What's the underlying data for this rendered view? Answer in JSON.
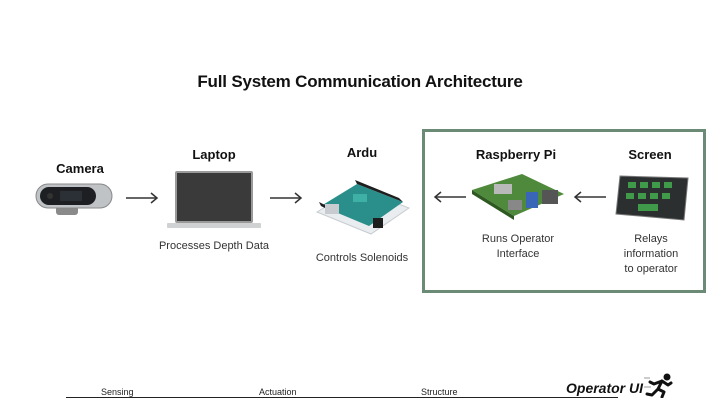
{
  "title": "Full System Communication Architecture",
  "nodes": [
    {
      "name": "Camera",
      "caption": ""
    },
    {
      "name": "Laptop",
      "caption": "Processes Depth Data"
    },
    {
      "name": "Ardu",
      "caption": "Controls Solenoids"
    },
    {
      "name": "Raspberry Pi",
      "caption_lines": [
        "Runs Operator",
        "Interface"
      ]
    },
    {
      "name": "Screen",
      "caption_lines": [
        "Relays",
        "information",
        "to operator"
      ]
    }
  ],
  "highlight_color": "#6c8b76",
  "footer": {
    "tabs": [
      "Sensing",
      "Actuation",
      "Structure"
    ],
    "brand": "Operator UI"
  }
}
